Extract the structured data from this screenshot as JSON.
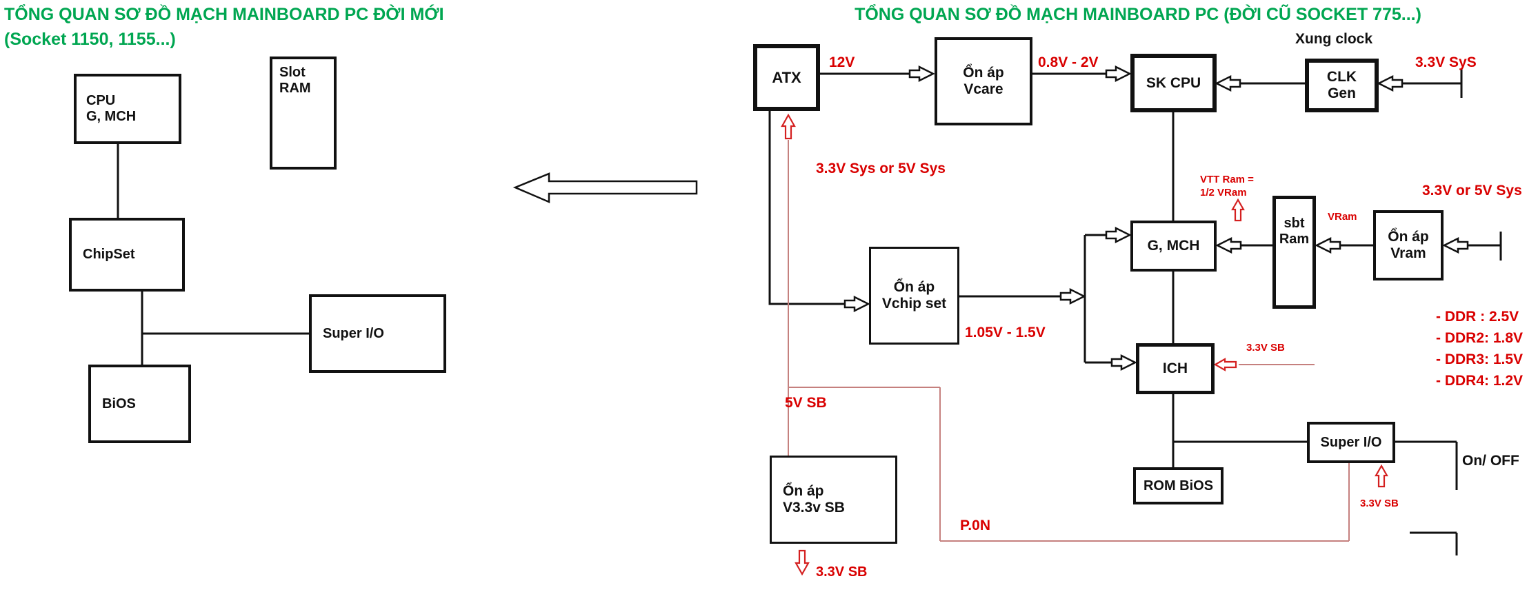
{
  "left": {
    "title1": "TỔNG QUAN SƠ ĐỒ MẠCH MAINBOARD PC ĐỜI MỚI",
    "title2": "(Socket 1150, 1155...)",
    "boxes": {
      "cpu": "CPU\nG, MCH",
      "slot_ram": "Slot\nRAM",
      "chipset": "ChipSet",
      "super_io": "Super I/O",
      "bios": "BiOS"
    }
  },
  "right": {
    "title": "TỔNG QUAN SƠ ĐỒ MẠCH MAINBOARD PC (ĐỜI CŨ SOCKET  775...)",
    "boxes": {
      "atx": "ATX",
      "vcare": "Ổn áp\nVcare",
      "sk_cpu": "SK CPU",
      "clk_gen": "CLK\nGen",
      "g_mch": "G, MCH",
      "sbt_ram": "sbt\nRam",
      "vram": "Ổn áp\nVram",
      "vchipset": "Ổn áp\nVchip set",
      "ich": "ICH",
      "rom_bios": "ROM BiOS",
      "super_io": "Super I/O",
      "v33_sb": "Ổn áp\nV3.3v SB"
    },
    "labels": {
      "clock": "Xung clock",
      "on_off": "On/ OFF",
      "v12": "12V",
      "v08_2": "0.8V - 2V",
      "sys_33": "3.3V SyS",
      "sys_33_or_5": "3.3V Sys or 5V Sys",
      "vtt_ram": "VTT Ram =\n1/2 VRam",
      "vram": "VRam",
      "v33_or_5v_sys": "3.3V or 5V Sys",
      "v105_15": "1.05V - 1.5V",
      "sb33_ich": "3.3V SB",
      "ddr": "- DDR : 2.5V\n- DDR2: 1.8V\n- DDR3: 1.5V\n- DDR4: 1.2V",
      "sb5": "5V SB",
      "pon": "P.0N",
      "sb33_superio": "3.3V SB",
      "sb33_out": "3.3V SB"
    }
  },
  "colors": {
    "title_green": "#00a651",
    "label_red": "#d90000",
    "signal_line": "#c5807e",
    "line_black": "#111111"
  }
}
